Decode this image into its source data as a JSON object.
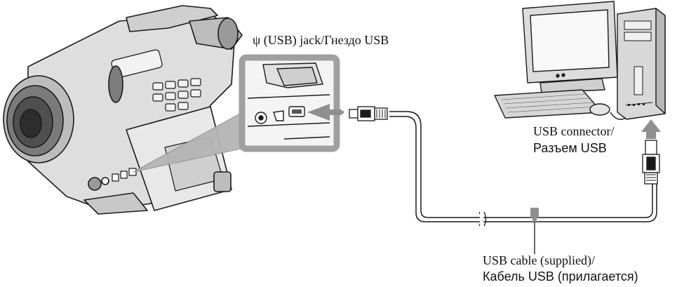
{
  "labels": {
    "usb_jack_symbol": "ψ",
    "usb_jack": "(USB) jack/Гнездо USB",
    "usb_connector_line1": "USB connector/",
    "usb_connector_line2": "Разъем USB",
    "usb_cable_line1": "USB cable (supplied)/",
    "usb_cable_line2": "Кабель USB (прилагается)"
  },
  "colors": {
    "line": "#1a1a1a",
    "device_fill": "#d9d9d9",
    "device_dark": "#8a8a8a",
    "panel": "#a9a9a9",
    "arrow": "#8f8f8f"
  },
  "icons": [
    "camcorder-icon",
    "computer-icon",
    "usb-plug-icon",
    "arrow-icon"
  ]
}
